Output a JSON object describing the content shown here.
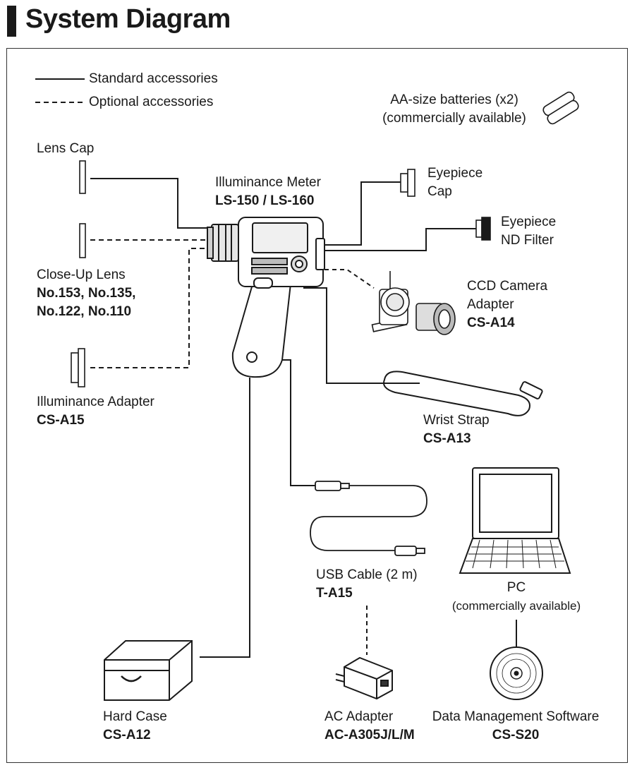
{
  "header": {
    "title": "System Diagram"
  },
  "legend": {
    "standard": "Standard accessories",
    "optional": "Optional accessories"
  },
  "items": {
    "batteries": {
      "line1": "AA-size batteries (x2)",
      "line2": "(commercially available)"
    },
    "lens_cap": {
      "name": "Lens Cap"
    },
    "meter": {
      "name": "Illuminance Meter",
      "model": "LS-150 / LS-160"
    },
    "eyepiece_cap": {
      "line1": "Eyepiece",
      "line2": "Cap"
    },
    "eyepiece_nd": {
      "line1": "Eyepiece",
      "line2": "ND Filter"
    },
    "close_up": {
      "name": "Close-Up Lens",
      "model1": "No.153,  No.135,",
      "model2": "No.122,  No.110"
    },
    "ccd": {
      "line1": "CCD Camera",
      "line2": "Adapter",
      "model": "CS-A14"
    },
    "illum_adapter": {
      "name": "Illuminance Adapter",
      "model": "CS-A15"
    },
    "wrist_strap": {
      "name": "Wrist Strap",
      "model": "CS-A13"
    },
    "usb": {
      "name": "USB Cable (2 m)",
      "model": "T-A15"
    },
    "pc": {
      "name": "PC",
      "note": "(commercially available)"
    },
    "hard_case": {
      "name": "Hard Case",
      "model": "CS-A12"
    },
    "ac_adapter": {
      "name": "AC Adapter",
      "model": "AC-A305J/L/M"
    },
    "software": {
      "name": "Data Management Software",
      "model": "CS-S20"
    }
  }
}
